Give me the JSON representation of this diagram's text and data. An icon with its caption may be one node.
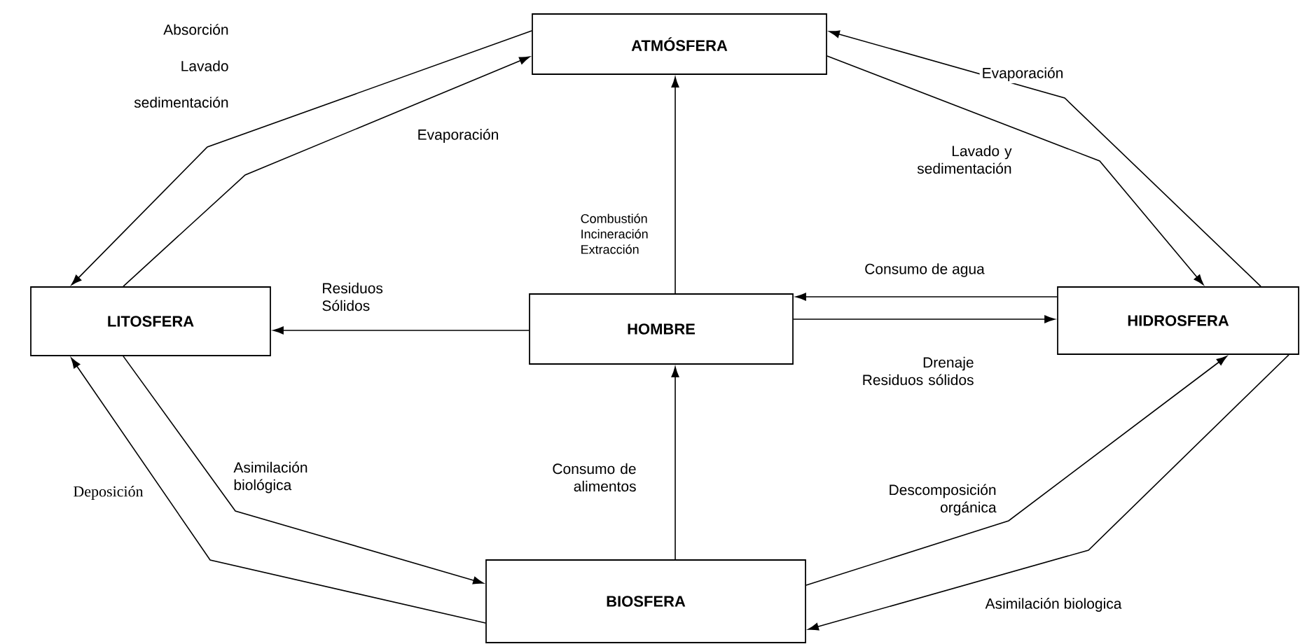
{
  "diagram": {
    "nodes": [
      {
        "text": [
          "ATMÓSFERA"
        ]
      },
      {
        "text": [
          "LITOSFERA"
        ]
      },
      {
        "text": [
          "HOMBRE"
        ]
      },
      {
        "text": [
          "HIDROSFERA"
        ]
      },
      {
        "text": [
          "BIOSFERA"
        ]
      }
    ],
    "edges": [
      {
        "from": 0,
        "to": 1,
        "arrow": "to",
        "label": "Absorción Lavado sedimentación"
      },
      {
        "from": 1,
        "to": 0,
        "arrow": "to",
        "label": "Evaporación"
      },
      {
        "from": 3,
        "to": 0,
        "arrow": "to",
        "label": "Evaporación"
      },
      {
        "from": 0,
        "to": 3,
        "arrow": "to",
        "label": "Lavado y sedimentación"
      },
      {
        "from": 2,
        "to": 0,
        "arrow": "to",
        "label": "Combustión Incineración Extracción"
      },
      {
        "from": 2,
        "to": 1,
        "arrow": "to",
        "label": "Residuos Sólidos"
      },
      {
        "from": 3,
        "to": 2,
        "arrow": "to",
        "label": "Consumo de agua"
      },
      {
        "from": 2,
        "to": 3,
        "arrow": "to",
        "label": "Drenaje Residuos sólidos"
      },
      {
        "from": 4,
        "to": 2,
        "arrow": "to",
        "label": "Consumo de alimentos"
      },
      {
        "from": 1,
        "to": 4,
        "arrow": "to",
        "label": "Asimilación biológica"
      },
      {
        "from": 4,
        "to": 1,
        "arrow": "to",
        "label": "Deposición"
      },
      {
        "from": 4,
        "to": 3,
        "arrow": "to",
        "label": "Descomposición orgánica"
      },
      {
        "from": 3,
        "to": 4,
        "arrow": "to",
        "label": "Asimilación biologica"
      }
    ]
  }
}
